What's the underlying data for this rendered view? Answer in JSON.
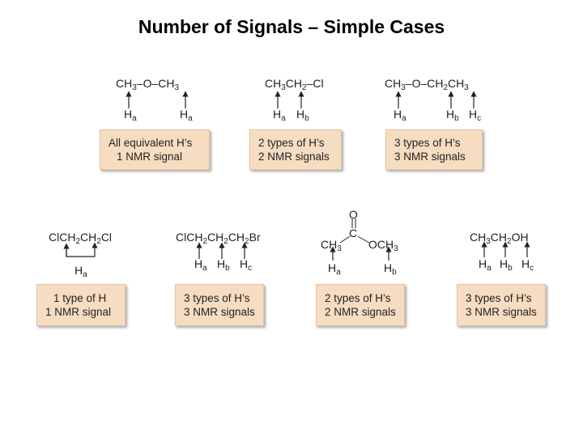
{
  "title": "Number of Signals – Simple Cases",
  "cases": [
    {
      "formula": [
        "CH",
        "3",
        "–O–CH",
        "3"
      ],
      "labels": [
        "a",
        "a"
      ],
      "box": [
        "All equivalent H’s",
        "1 NMR signal"
      ]
    },
    {
      "formula": [
        "CH",
        "3",
        "CH",
        "2",
        "–Cl"
      ],
      "labels": [
        "a",
        "b"
      ],
      "box": [
        "2 types of H’s",
        "2 NMR signals"
      ]
    },
    {
      "formula": [
        "CH",
        "3",
        "–O–CH",
        "2",
        "CH",
        "3"
      ],
      "labels": [
        "a",
        "b",
        "c"
      ],
      "box": [
        "3 types of H’s",
        "3 NMR signals"
      ]
    },
    {
      "formula": [
        "ClCH",
        "2",
        "CH",
        "2",
        "Cl"
      ],
      "labels": [
        "a"
      ],
      "box": [
        "1 type of H",
        "1 NMR signal"
      ]
    },
    {
      "formula": [
        "ClCH",
        "2",
        "CH",
        "2",
        "CH",
        "2",
        "Br"
      ],
      "labels": [
        "a",
        "b",
        "c"
      ],
      "box": [
        "3 types of H’s",
        "3 NMR signals"
      ]
    },
    {
      "formula_top": [
        "O",
        "C"
      ],
      "formula_left": [
        "CH",
        "3"
      ],
      "formula_right": [
        "OCH",
        "3"
      ],
      "labels": [
        "a",
        "b"
      ],
      "box": [
        "2 types of H’s",
        "2 NMR signals"
      ]
    },
    {
      "formula": [
        "CH",
        "3",
        "CH",
        "2",
        "OH"
      ],
      "labels": [
        "a",
        "b",
        "c"
      ],
      "box": [
        "3 types of H’s",
        "3 NMR signals"
      ]
    }
  ]
}
